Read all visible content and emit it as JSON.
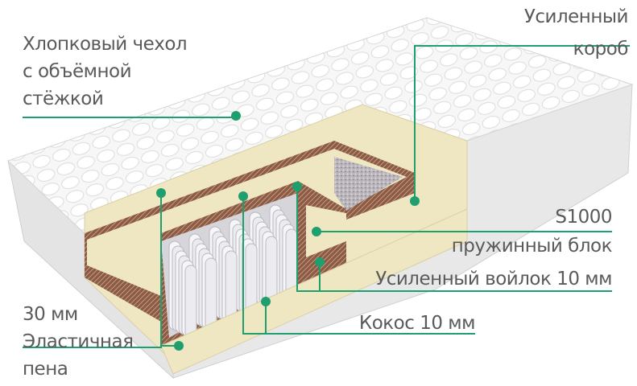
{
  "labels": {
    "cover": [
      "Хлопковый чехол",
      "с объёмной",
      "стёжкой"
    ],
    "box": [
      "Усиленный",
      "короб"
    ],
    "spring": [
      "S1000",
      "пружинный блок"
    ],
    "felt": "Усиленный войлок 10 мм",
    "coconut": "Кокос 10 мм",
    "foam": [
      "30 мм",
      "Эластичная",
      "пена"
    ]
  },
  "colors": {
    "accent": "#1f9e6e",
    "foam": "#f0e8c8",
    "coconut": "#8a5a44",
    "text": "#5a5a5a"
  }
}
